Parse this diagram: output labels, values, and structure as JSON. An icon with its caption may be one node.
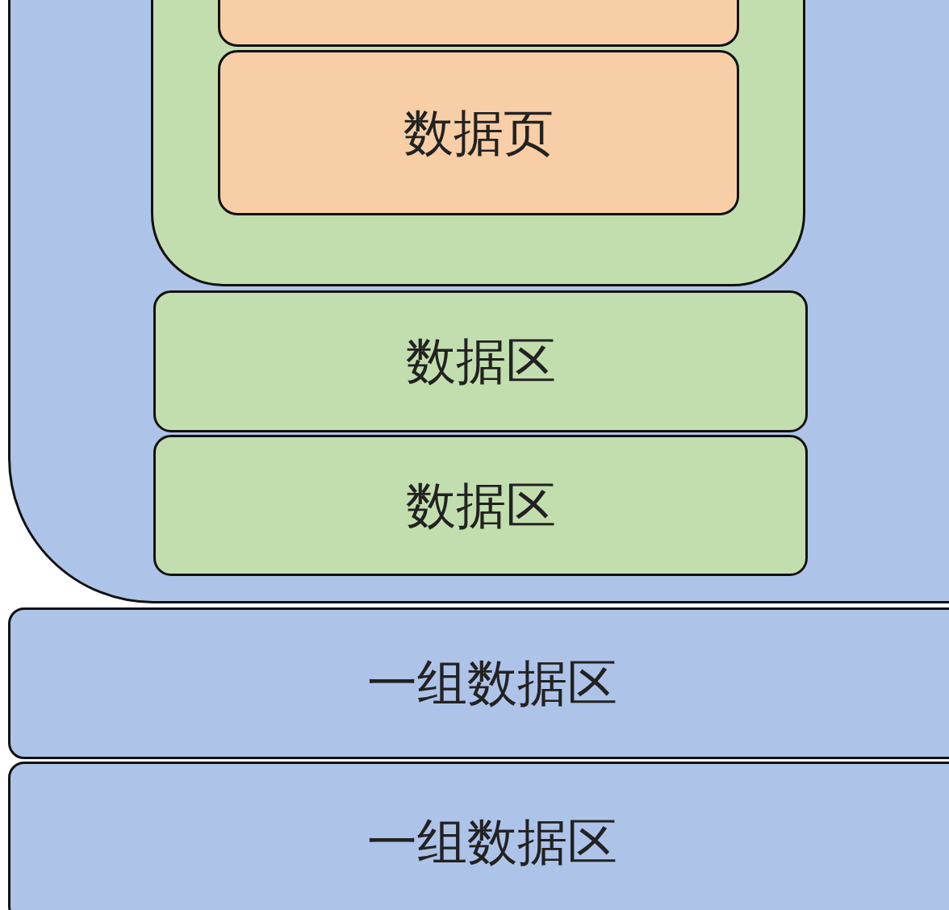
{
  "diagram": {
    "nodes": [
      {
        "text": [],
        "shape": "box"
      },
      {
        "text": [],
        "shape": "box",
        "in": 0
      },
      {
        "text": [],
        "shape": "box",
        "in": 1
      },
      {
        "text": [
          "数据页"
        ],
        "in": 1
      },
      {
        "text": [
          "数据区"
        ],
        "in": 0
      },
      {
        "text": [
          "数据区"
        ],
        "in": 0
      },
      {
        "text": [
          "一组数据区"
        ]
      },
      {
        "text": [
          "一组数据区"
        ]
      }
    ]
  }
}
